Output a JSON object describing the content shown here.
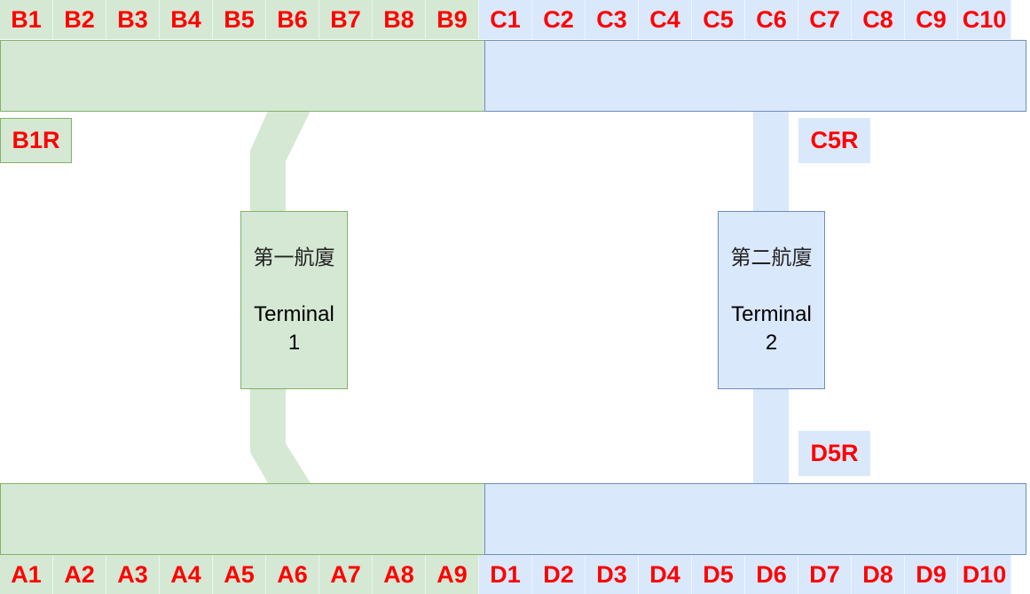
{
  "colors": {
    "terminal1_fill": "#d5e8d4",
    "terminal1_border": "#82b366",
    "terminal2_fill": "#dae8fc",
    "terminal2_border": "#6c8ebf",
    "gate_text": "#ff0000"
  },
  "gates": {
    "top_green": [
      "B1",
      "B2",
      "B3",
      "B4",
      "B5",
      "B6",
      "B7",
      "B8",
      "B9"
    ],
    "top_blue": [
      "C1",
      "C2",
      "C3",
      "C4",
      "C5",
      "C6",
      "C7",
      "C8",
      "C9",
      "C10"
    ],
    "bottom_green": [
      "A1",
      "A2",
      "A3",
      "A4",
      "A5",
      "A6",
      "A7",
      "A8",
      "A9"
    ],
    "bottom_blue": [
      "D1",
      "D2",
      "D3",
      "D4",
      "D5",
      "D6",
      "D7",
      "D8",
      "D9",
      "D10"
    ]
  },
  "remote_stands": {
    "b1r": "B1R",
    "c5r": "C5R",
    "d5r": "D5R"
  },
  "terminals": {
    "t1": {
      "name_zh": "第一航廈",
      "name_en": "Terminal",
      "number": "1"
    },
    "t2": {
      "name_zh": "第二航廈",
      "name_en": "Terminal",
      "number": "2"
    }
  }
}
